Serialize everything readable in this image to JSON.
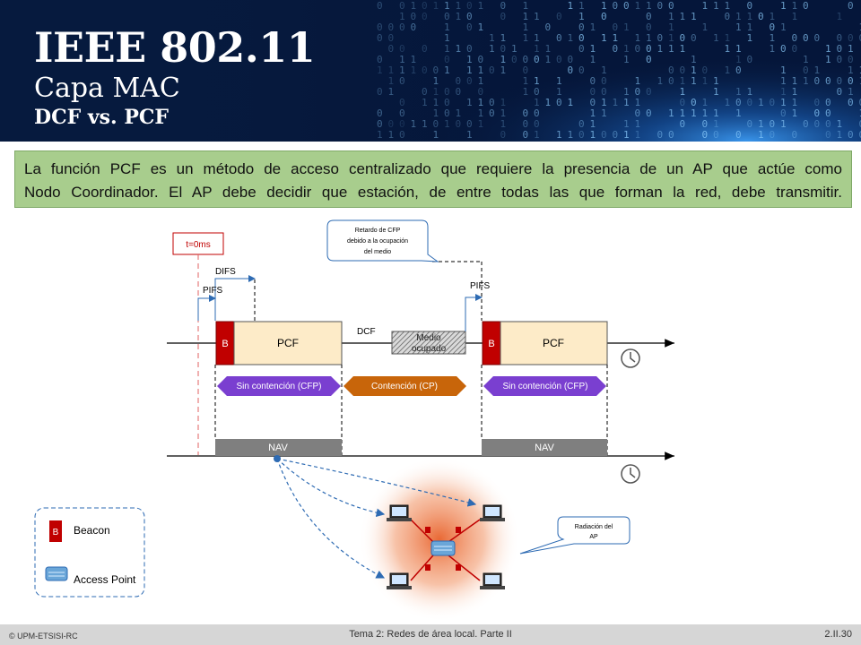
{
  "header": {
    "title": "IEEE 802.11",
    "subtitle": "Capa MAC",
    "subtitle2": "DCF vs. PCF"
  },
  "intro": {
    "line1": "La función PCF es un método de acceso centralizado que requiere la presencia de un AP que actúe como",
    "line2": "Nodo Coordinador.  El AP debe decidir que estación, de entre todas las que forman la red, debe transmitir."
  },
  "diagram": {
    "t0_label": "t=0ms",
    "difs_label": "DIFS",
    "pifs_label_1": "PIFS",
    "pifs_label_2": "PIFS",
    "dcf_label": "DCF",
    "beacon_letter": "B",
    "pcf_label_1": "PCF",
    "pcf_label_2": "PCF",
    "busy_line1": "Medio",
    "busy_line2": "ocupado",
    "cfp_label_1": "Sin contención (CFP)",
    "cp_label": "Contención (CP)",
    "cfp_label_2": "Sin contención (CFP)",
    "nav_label_1": "NAV",
    "nav_label_2": "NAV",
    "callout_delay": [
      "Retardo de CFP",
      "debido a la ocupación",
      "del medio"
    ],
    "callout_radiation": [
      "Radiación del",
      "AP"
    ],
    "legend_beacon": "Beacon",
    "legend_ap": "Access Point"
  },
  "footer": {
    "copyright": "© UPM-ETSISI-RC",
    "course": "Tema 2: Redes de área local. Parte II",
    "page": "2.II.30"
  },
  "colors": {
    "beacon_red": "#c00000",
    "pcf_fill": "#fdebc8",
    "cfp_purple": "#7a3fd0",
    "cp_orange": "#c8650a",
    "nav_gray": "#7f7f7f",
    "dashed_blue": "#2e6bb3",
    "info_green": "#a8cd8d"
  }
}
